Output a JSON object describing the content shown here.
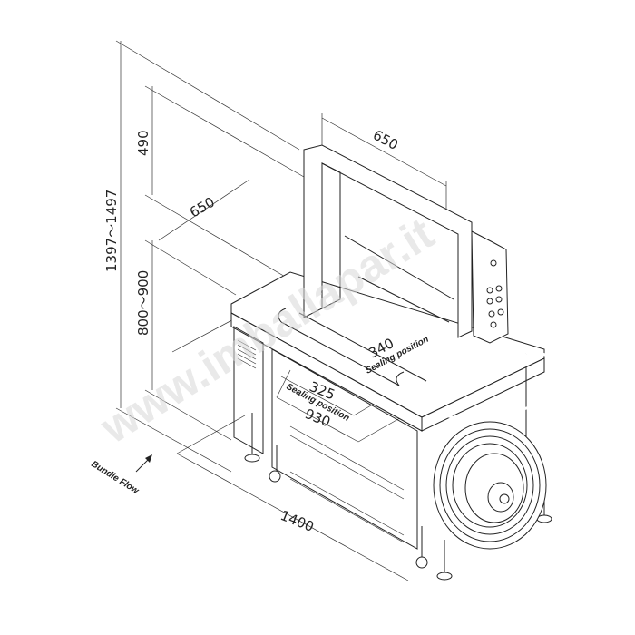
{
  "dimensions": {
    "total_height": "1397～1497",
    "arch_height": "490",
    "table_height": "800～900",
    "arch_width": "650",
    "arch_depth": "650",
    "sealing_340": "340",
    "sealing_325": "325",
    "table_width": "930",
    "length": "1400"
  },
  "annotations": {
    "sealing_position_top": "Sealing position",
    "sealing_position_front": "Sealing position",
    "bundle_flow": "Bundle Flow"
  },
  "watermark": "www.imballapar.it"
}
